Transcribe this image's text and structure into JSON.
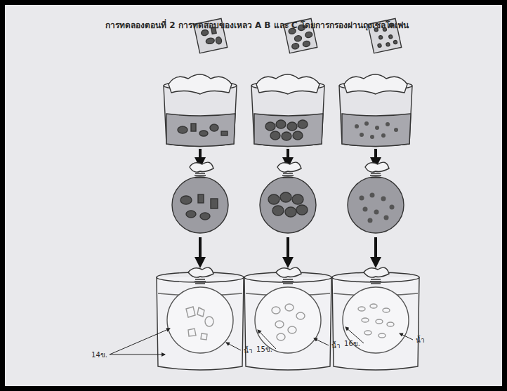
{
  "diagram": {
    "title": "การทดลองตอนที่ 2 การทดสอบของเหลว A B และ C โดยการกรองผ่านถุงเซลโลเฟน",
    "labels": [
      "14ข.",
      "น้ำ",
      "15ข.",
      "น้ำ",
      "16ข.",
      "น้ำ"
    ]
  }
}
